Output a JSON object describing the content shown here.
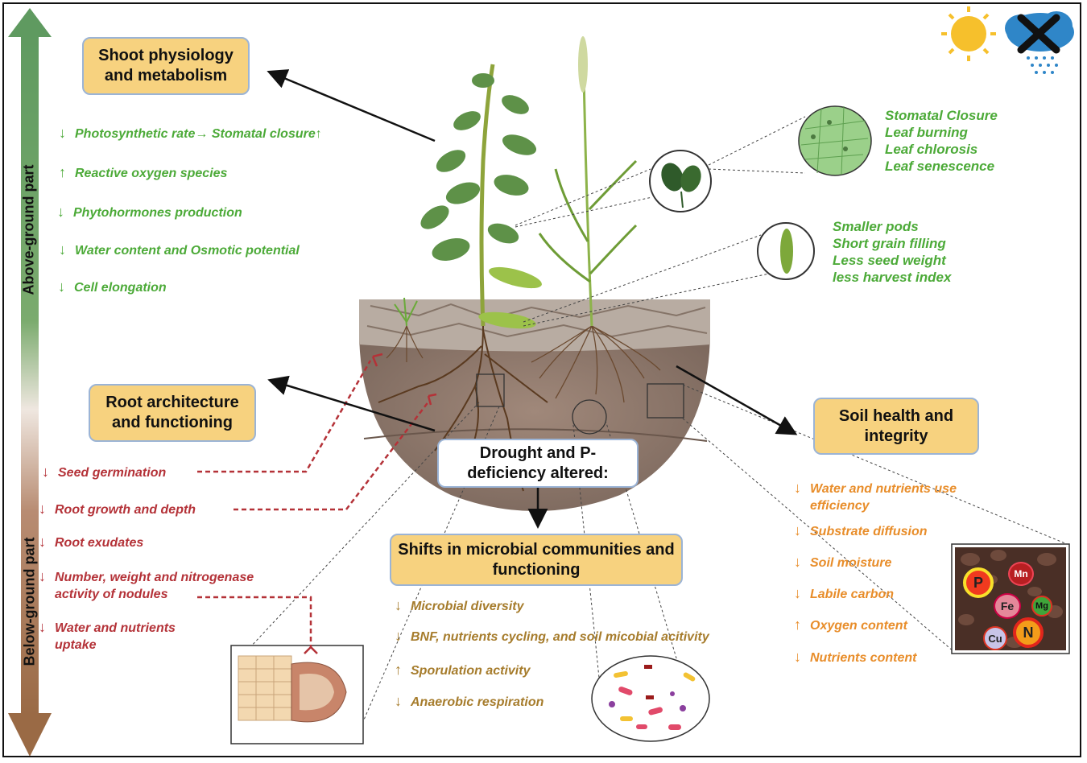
{
  "axis": {
    "above": "Above-ground part",
    "below": "Below-ground part"
  },
  "boxes": {
    "shoot": "Shoot physiology and metabolism",
    "root": "Root architecture and functioning",
    "soil": "Soil health and integrity",
    "microbial": "Shifts in microbial communities and functioning",
    "center": "Drought and P-deficiency altered:"
  },
  "shoot_items": [
    {
      "arrow": "down",
      "text": "Photosynthetic rate",
      "extra": "Stomatal closure",
      "extra_arrow": "up"
    },
    {
      "arrow": "up",
      "text": "Reactive oxygen species"
    },
    {
      "arrow": "down",
      "text": "Phytohormones production"
    },
    {
      "arrow": "down",
      "text": "Water content and Osmotic potential"
    },
    {
      "arrow": "down",
      "text": "Cell elongation"
    }
  ],
  "leaf_effects": [
    "Stomatal Closure",
    "Leaf burning",
    "Leaf chlorosis",
    "Leaf senescence"
  ],
  "pod_effects": [
    "Smaller pods",
    "Short grain filling",
    "Less seed weight",
    "less harvest index"
  ],
  "root_items": [
    {
      "arrow": "down",
      "text": "Seed germination"
    },
    {
      "arrow": "down",
      "text": "Root growth and depth"
    },
    {
      "arrow": "down",
      "text": "Root exudates"
    },
    {
      "arrow": "down",
      "text": "Number, weight and nitrogenase",
      "text2": "activity of nodules"
    },
    {
      "arrow": "down",
      "text": "Water and nutrients",
      "text2": "uptake"
    }
  ],
  "soil_items": [
    {
      "arrow": "down",
      "text": "Water and nutrients use",
      "text2": "efficiency"
    },
    {
      "arrow": "down",
      "text": "Substrate diffusion"
    },
    {
      "arrow": "down",
      "text": "Soil moisture"
    },
    {
      "arrow": "down",
      "text": "Labile carbon"
    },
    {
      "arrow": "up",
      "text": "Oxygen content"
    },
    {
      "arrow": "down",
      "text": "Nutrients content"
    }
  ],
  "microbe_items": [
    {
      "arrow": "down",
      "text": "Microbial diversity"
    },
    {
      "arrow": "down",
      "text": "BNF, nutrients cycling, and soil micobial acitivity"
    },
    {
      "arrow": "up",
      "text": "Sporulation activity"
    },
    {
      "arrow": "down",
      "text": "Anaerobic respiration"
    }
  ],
  "nutrients": [
    "P",
    "Mn",
    "Fe",
    "Mg",
    "Cu",
    "N"
  ],
  "icons": [
    "sun-icon",
    "rain-cloud-icon",
    "cross-icon"
  ],
  "colors": {
    "shoot": "#4caa38",
    "root": "#b43238",
    "soil": "#e88d2a",
    "microbe": "#a67c2c",
    "box": "#f7d27f"
  }
}
